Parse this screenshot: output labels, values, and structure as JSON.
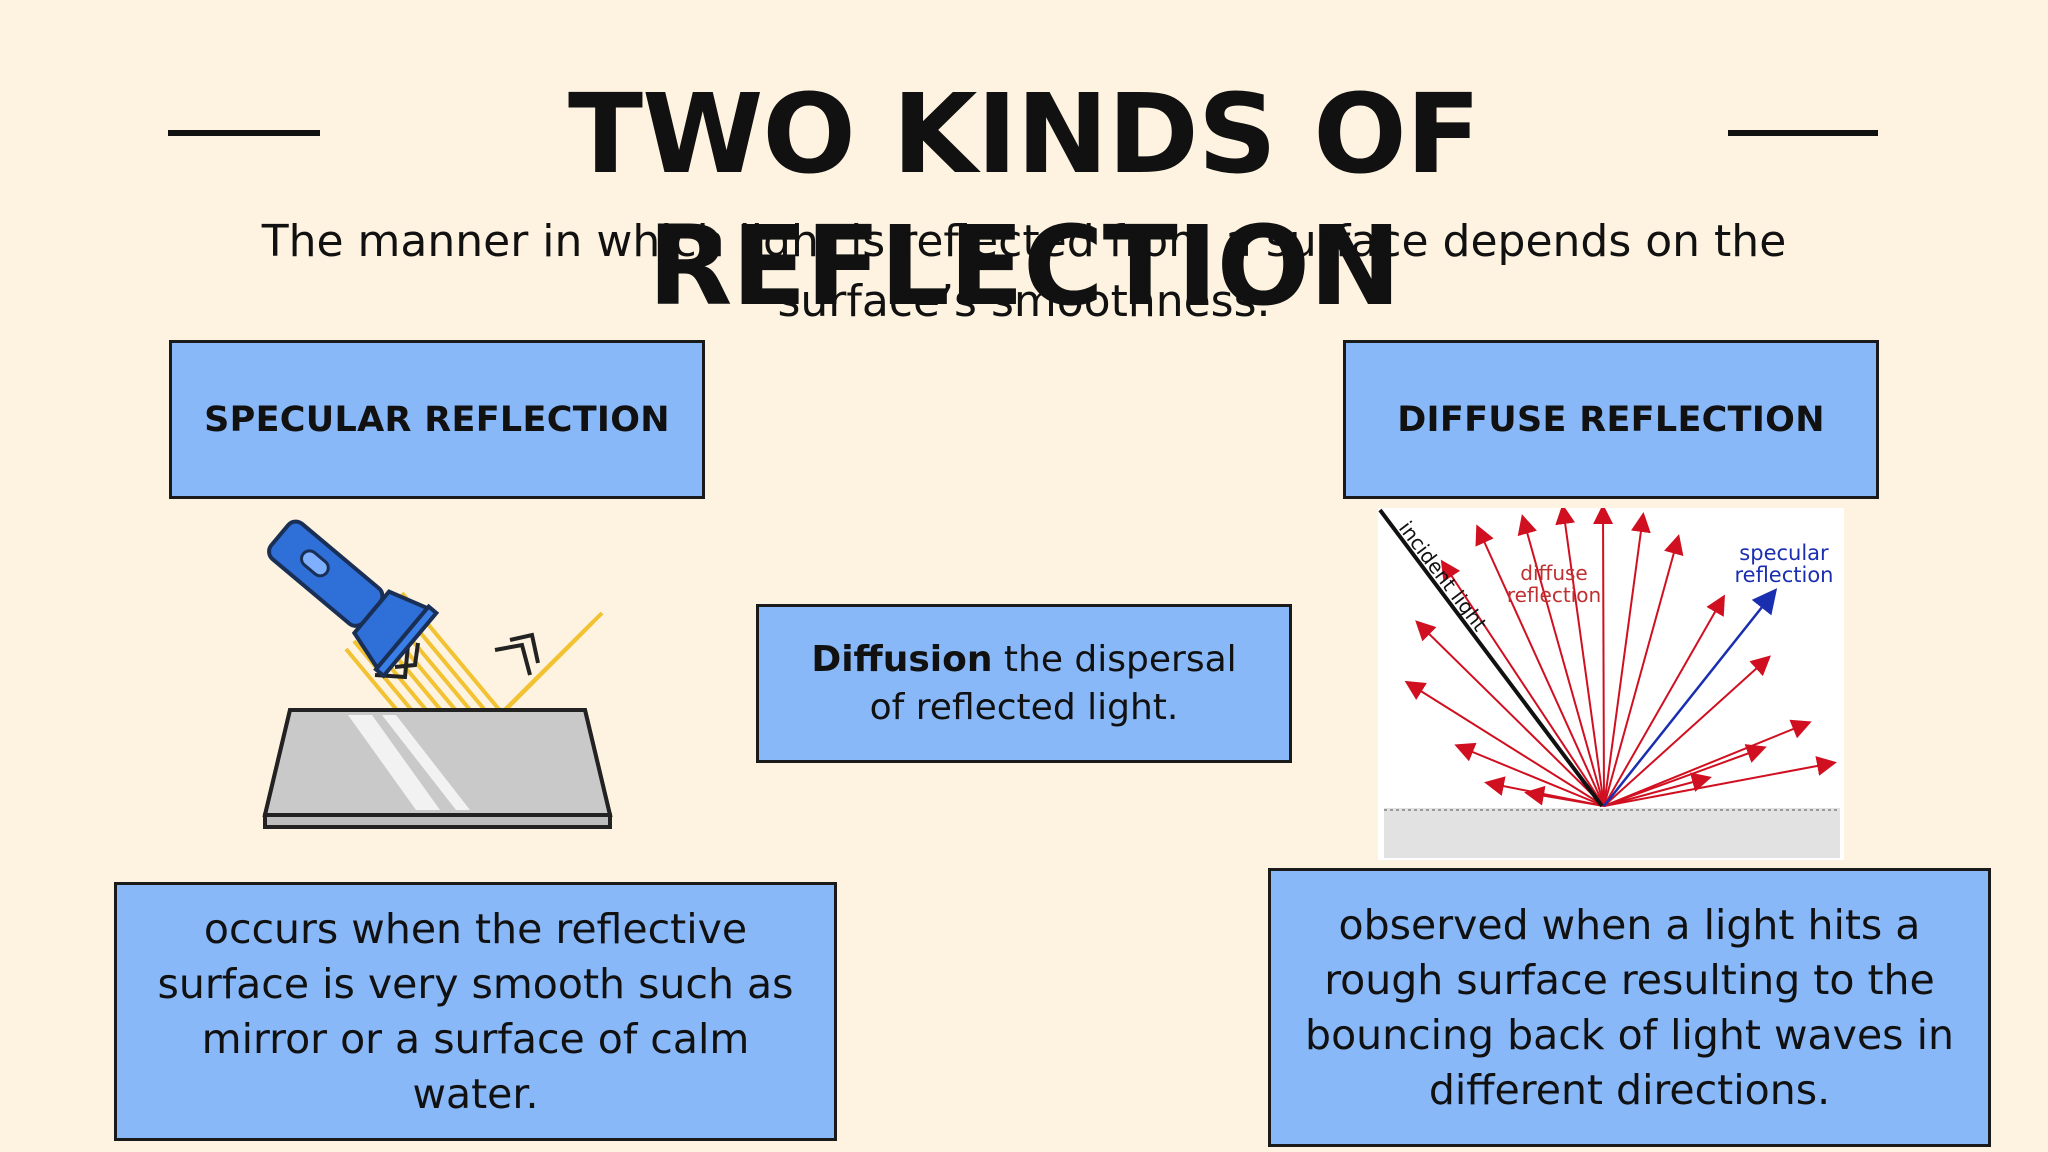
{
  "header": {
    "title": "TWO KINDS OF REFLECTION",
    "subtitle": "The manner in which light is reflected from a surface depends on the surface’s smoothness."
  },
  "specular": {
    "heading": "SPECULAR REFLECTION",
    "description": "occurs when the reflective surface is very smooth such as mirror or a surface of calm water."
  },
  "diffuse": {
    "heading": "DIFFUSE REFLECTION",
    "description": "observed when a light hits a rough surface resulting to the bouncing back of light waves in different directions."
  },
  "definition": {
    "term": "Diffusion",
    "text": " the dispersal of reflected light."
  },
  "diagram_labels": {
    "incident": "incident light",
    "diffuse_line1": "diffuse",
    "diffuse_line2": "reflection",
    "specular_line1": "specular",
    "specular_line2": "reflection"
  },
  "colors": {
    "background": "#fdf3e0",
    "box_fill": "#89b8f9",
    "flashlight": "#2f6fd8",
    "beam": "#f2c232",
    "ray_red": "#d01020",
    "ray_blue": "#1a2fb0"
  },
  "icons": [
    "flashlight-icon",
    "mirror-icon"
  ]
}
